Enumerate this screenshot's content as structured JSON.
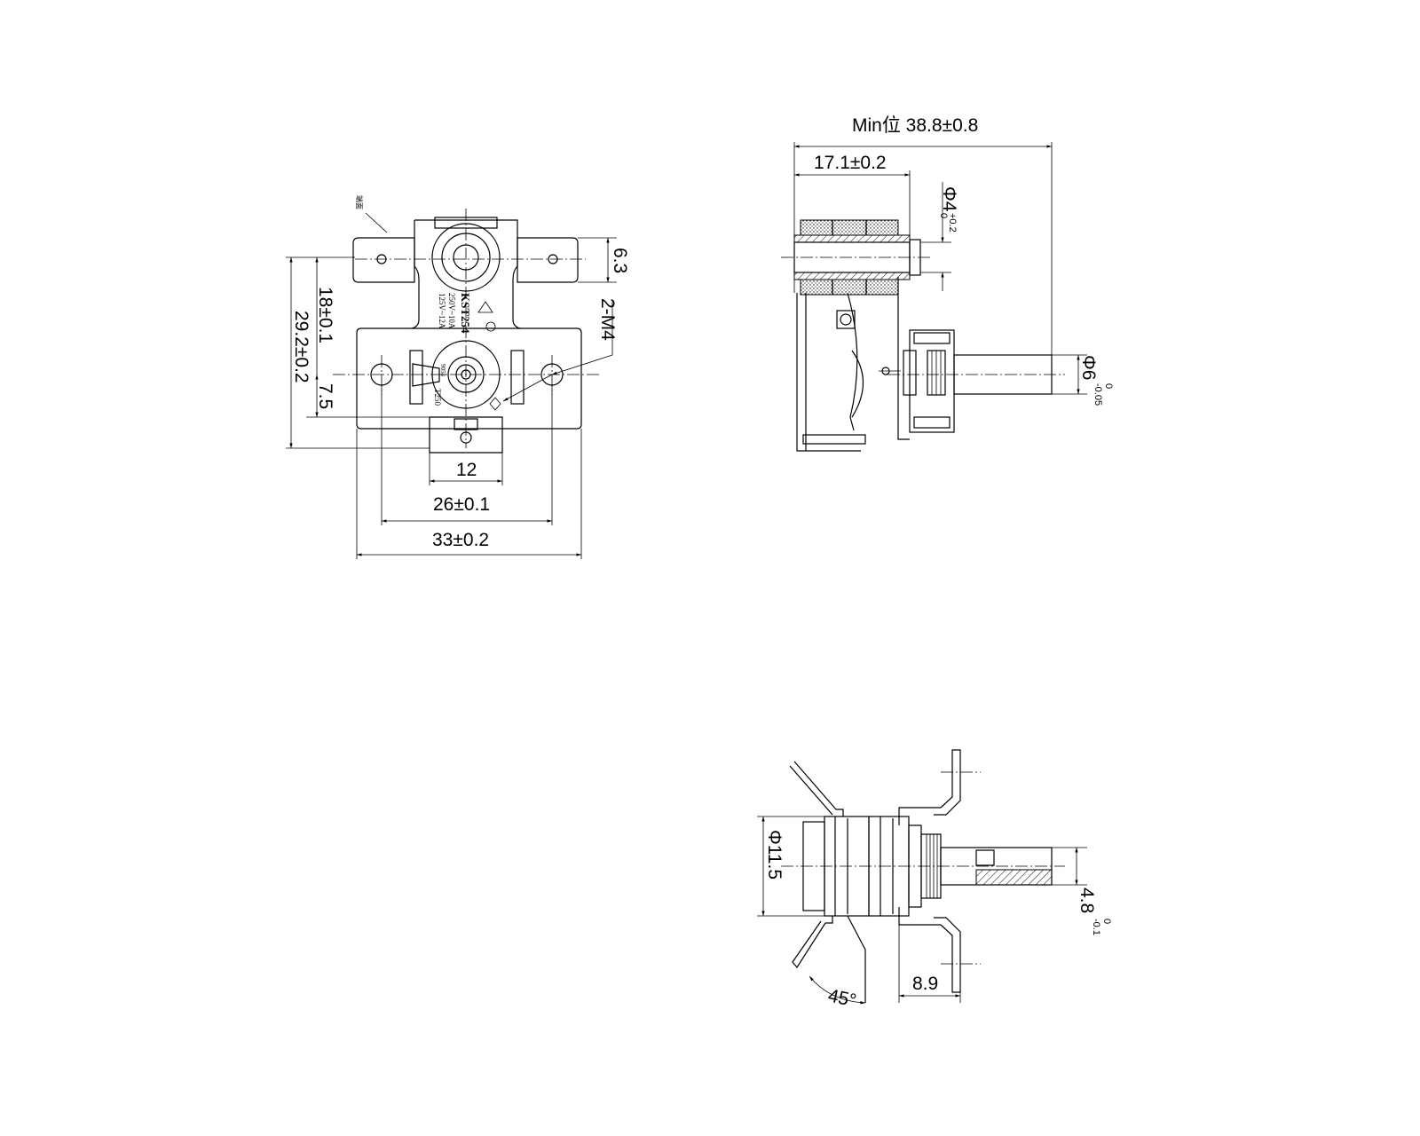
{
  "drawing": {
    "front_view": {
      "product_marking": {
        "model": "KST254",
        "rating_1": "250V~10A",
        "rating_2": "125V~12A",
        "temp_mark": "T250",
        "small_mark": "9058"
      },
      "callout_small": "端面",
      "dimensions": {
        "terminal_width": "6.3",
        "height_inner": "18±0.1",
        "height_total": "29.2±0.2",
        "offset": "7.5",
        "hole_spacing_small": "12",
        "hole_spacing": "26±0.1",
        "width_total": "33±0.2",
        "thread": "2-M4"
      }
    },
    "side_view": {
      "dimensions": {
        "length_total": "Min位 38.8±0.8",
        "length_body": "17.1±0.2",
        "pin_diameter": "Φ4",
        "pin_tol_upper": "+0.2",
        "pin_tol_lower": "0",
        "shaft_diameter": "Φ6",
        "shaft_tol_upper": "0",
        "shaft_tol_lower": "-0.05"
      }
    },
    "bottom_view": {
      "dimensions": {
        "body_diameter": "Φ11.5",
        "flat": "4.8",
        "flat_tol_upper": "0",
        "flat_tol_lower": "-0.1",
        "bracket_offset": "8.9",
        "angle": "45°"
      }
    }
  }
}
